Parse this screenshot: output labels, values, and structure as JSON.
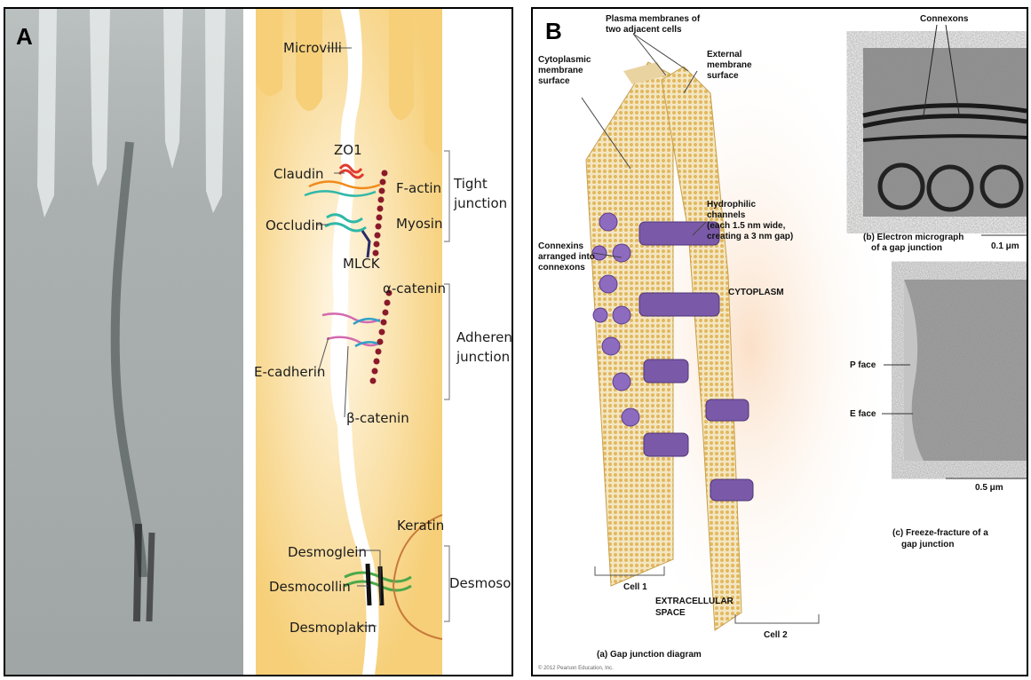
{
  "panel_a": {
    "letter": "A",
    "labels": {
      "microvilli": "Microvilli",
      "zo1": "ZO1",
      "claudin": "Claudin",
      "f_actin": "F-actin",
      "tight_junction_1": "Tight",
      "tight_junction_2": "junction",
      "occludin": "Occludin",
      "myosin": "Myosin",
      "mlck": "MLCK",
      "alpha_catenin": "α-catenin",
      "adherens_1": "Adherens",
      "adherens_2": "junction",
      "e_cadherin": "E-cadherin",
      "beta_catenin": "β-catenin",
      "keratin": "Keratin",
      "desmoglein": "Desmoglein",
      "desmocollin": "Desmocollin",
      "desmoplakin": "Desmoplakin",
      "desmosome": "Desmosome"
    }
  },
  "panel_b": {
    "letter": "B",
    "labels": {
      "plasma_membranes_1": "Plasma membranes of",
      "plasma_membranes_2": "two adjacent cells",
      "cytoplasmic_1": "Cytoplasmic",
      "cytoplasmic_2": "membrane",
      "cytoplasmic_3": "surface",
      "external_1": "External",
      "external_2": "membrane",
      "external_3": "surface",
      "hydrophilic_1": "Hydrophilic",
      "hydrophilic_2": "channels",
      "hydrophilic_3": "(each 1.5 nm wide,",
      "hydrophilic_4": "creating a 3 nm gap)",
      "cytoplasm": "CYTOPLASM",
      "connexins_1": "Connexins",
      "connexins_2": "arranged into",
      "connexins_3": "connexons",
      "cell1": "Cell 1",
      "cell2": "Cell 2",
      "extracellular_1": "EXTRACELLULAR",
      "extracellular_2": "SPACE",
      "caption_a": "(a) Gap junction diagram",
      "copyright": "© 2012 Pearson Education, Inc.",
      "connexons": "Connexons",
      "caption_b_1": "(b) Electron micrograph",
      "caption_b_2": "of a gap junction",
      "scale_b": "0.1 μm",
      "p_face": "P face",
      "e_face": "E face",
      "scale_c": "0.5 μm",
      "caption_c_1": "(c) Freeze-fracture of a",
      "caption_c_2": "gap junction"
    }
  },
  "colors": {
    "cell_cream": "#f7d58a",
    "cell_bg": "#fbe7b8",
    "connexon_purple": "#7a5aa8",
    "membrane_tan": "#e9c97a",
    "claudin_red": "#e03a2f",
    "occludin_teal": "#2fb8a8",
    "actin_maroon": "#8a1a2a",
    "desmo_green": "#4aa84a"
  }
}
